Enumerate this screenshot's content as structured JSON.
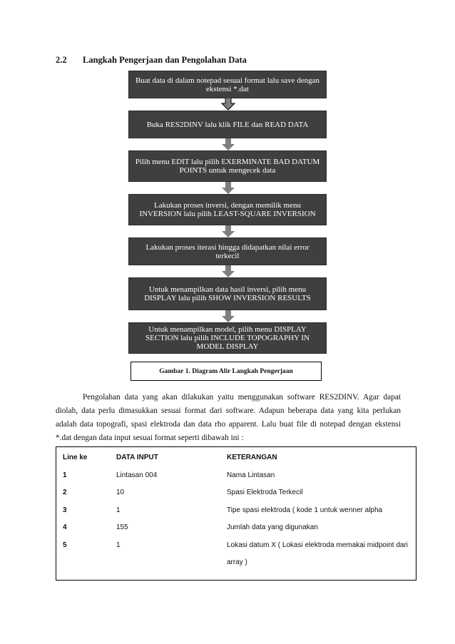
{
  "section": {
    "number": "2.2",
    "title": "Langkah Pengerjaan dan Pengolahan Data"
  },
  "flowchart": {
    "steps": [
      "Buat data di dalam notepad sesuai format lalu save dengan ekstensi *.dat",
      "Buka RES2DINV lalu klik FILE dan READ DATA",
      "Pilih menu EDIT lalu pilih EXERMINATE BAD DATUM POINTS untuk mengecek data",
      "Lakukan proses inversi, dengan memilik menu INVERSION lalu pilih LEAST-SQUARE INVERSION",
      "Lakukan proses iterasi hingga didapatkan nilai error terkecil",
      "Untuk menampilkan data  hasil inversi, pilih menu DISPLAY lalu pilih SHOW INVERSION RESULTS",
      "Untuk menampilkan model, pilih menu DISPLAY SECTION lalu pilih INCLUDE TOPOGRAPHY IN MODEL DISPLAY"
    ],
    "caption": "Gambar 1. Diagram Alir Langkah Pengerjaan",
    "box_color": "#3f3f3f",
    "arrow_color": "#7f7f7f"
  },
  "paragraph": "Pengolahan data yang akan dilakukan yaitu menggunakan software RES2DINV. Agar dapat diolah, data perlu dimasukkan sesuai format dari software. Adapun beberapa data yang kita perlukan adalah data topografi, spasi elektroda  dan data rho apparent. Lalu buat file di notepad dengan ekstensi *.dat dengan data input sesuai format seperti dibawah ini :",
  "table": {
    "headers": [
      "Line ke",
      "DATA INPUT",
      "KETERANGAN"
    ],
    "rows": [
      [
        "1",
        "Lintasan 004",
        "Nama Lintasan"
      ],
      [
        "2",
        "10",
        "Spasi Elektroda Terkecil"
      ],
      [
        "3",
        "1",
        "Tipe spasi elektroda ( kode 1 untuk wenner alpha"
      ],
      [
        "4",
        "155",
        "Jumlah data yang digunakan"
      ],
      [
        "5",
        "1",
        "Lokasi datum X  ( Lokasi elektroda memakai midpoint dari array )"
      ]
    ]
  }
}
